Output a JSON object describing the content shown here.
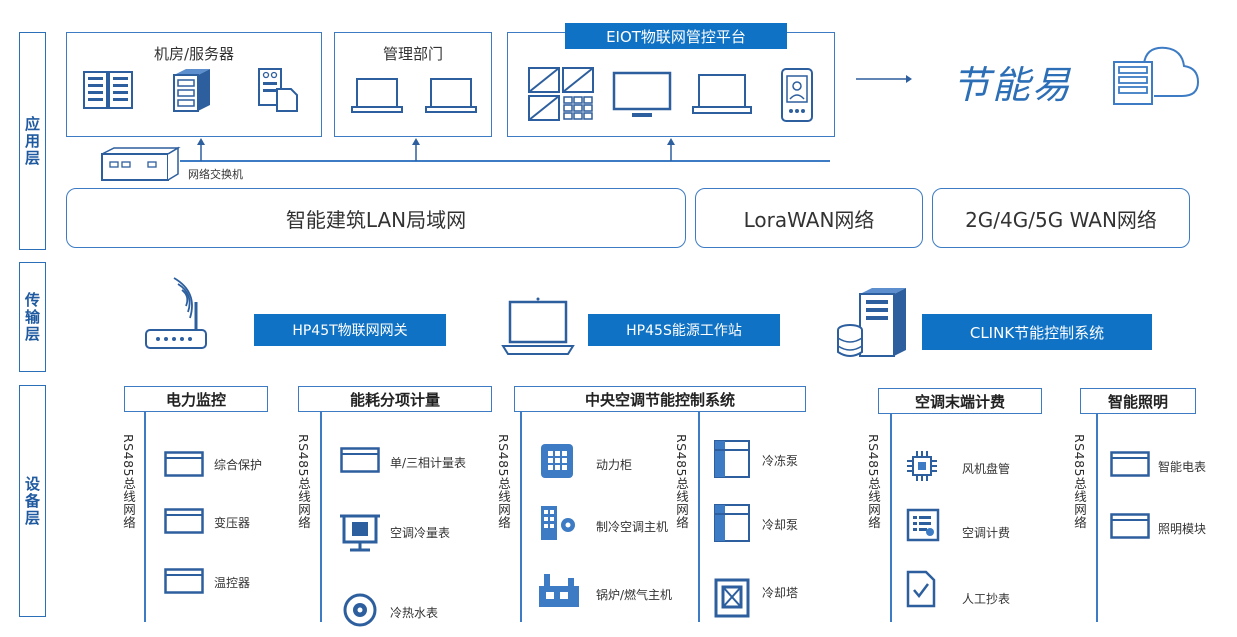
{
  "layers": {
    "application": "应用层",
    "transport": "传输层",
    "device": "设备层"
  },
  "app": {
    "server_room_title": "机房/服务器",
    "mgmt_title": "管理部门",
    "platform_title": "EIOT物联网管控平台",
    "switch_label": "网络交换机",
    "brand": "节能易"
  },
  "networks": {
    "lan": "智能建筑LAN局域网",
    "lora": "LoraWAN网络",
    "wan": "2G/4G/5G WAN网络"
  },
  "transport": {
    "gateway": "HP45T物联网网关",
    "workstation": "HP45S能源工作站",
    "clink": "CLINK节能控制系统"
  },
  "bus_label": "RS485总线网络",
  "sections": {
    "power": {
      "title": "电力监控",
      "items": [
        "综合保护",
        "变压器",
        "温控器"
      ]
    },
    "metering": {
      "title": "能耗分项计量",
      "items": [
        "单/三相计量表",
        "空调冷量表",
        "冷热水表"
      ]
    },
    "hvac": {
      "title": "中央空调节能控制系统",
      "left_items": [
        "动力柜",
        "制冷空调主机",
        "锅炉/燃气主机"
      ],
      "right_items": [
        "冷冻泵",
        "冷却泵",
        "冷却塔"
      ]
    },
    "ac_billing": {
      "title": "空调末端计费",
      "items": [
        "风机盘管",
        "空调计费",
        "人工抄表"
      ]
    },
    "lighting": {
      "title": "智能照明",
      "items": [
        "智能电表",
        "照明模块"
      ]
    }
  },
  "colors": {
    "primary_blue": "#0f72c4",
    "line_blue": "#3d7cc4"
  }
}
